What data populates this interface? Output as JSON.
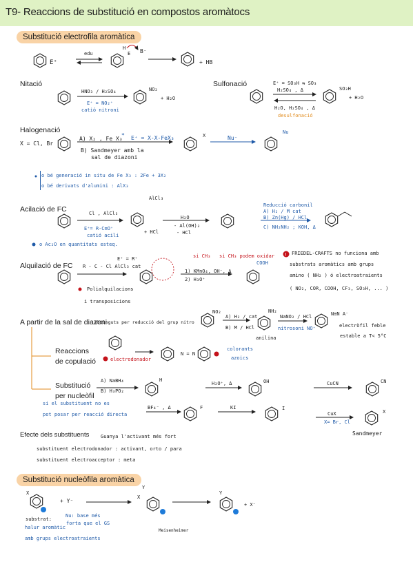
{
  "title": "T9- Reaccions de substitució en compostos aromàtocs",
  "colors": {
    "header_bg": "#dff2c4",
    "pill_bg": "#f9d3a6",
    "blue": "#1f5aa8",
    "red": "#c4121a",
    "orange": "#e08a1b",
    "blue_dot": "#1e7bd9"
  },
  "sections": {
    "electrophilic": "Substitució electrofila aromàtica",
    "nitration": "Nitació",
    "sulfonation": "Sulfonació",
    "halogenation": "Halogenació",
    "acylation": "Acilació de FC",
    "alkylation": "Alquilació de FC",
    "diazonium": "A partir de la sal de diazoni",
    "coupling": "Reaccions de copulació",
    "nucleophilic_sub": "Substitució per nucleòfil",
    "substituent_effect": "Efecte dels substituents",
    "nucleophilic_aromatic": "Substitució nucleòfila aromàtica"
  },
  "notes": {
    "top_e": "E⁺",
    "top_hb": "+ HB",
    "top_b": "B⁻",
    "top_edu": "edu",
    "top_h": "H",
    "top_e2": "E",
    "nit_reagent": "HNO₃ / H₂SO₄",
    "nit_cat": "E⁺ = NO₂⁺",
    "nit_cat2": "catió nitroni",
    "nit_prod": "NO₂",
    "nit_water": "+ H₂O",
    "sulf_r1": "E⁺ = SO₃H ⇆ SO₃",
    "sulf_r2": "H₂SO₄ , Δ",
    "sulf_r3": "H₂O, H₂SO₄ , Δ",
    "sulf_desulf": "desulfonació",
    "sulf_prod": "SO₃H",
    "sulf_water": "+ H₂O",
    "hal_x": "X = Cl, Br",
    "hal_r1": "A) X₂ , Fe X₃",
    "hal_star": "*",
    "hal_e": "E⁺ = X-X-FeX₃",
    "hal_r2": "B) Sandmeyer amb la",
    "hal_r3": "sal de diazoni",
    "hal_prod": "X",
    "hal_nu": "Nu⁻",
    "hal_nu2": "Nu",
    "hal_note1": "o bé generació in situ de Fe X₃ : 2Fe + 3X₂",
    "hal_note2": "o bé derivats d'alumini : AlX₃",
    "acy_r1": "Cl , AlCl₃",
    "acy_e": "E⁺= R-C≡O⁺",
    "acy_cat": "catió acili",
    "acy_alcl3": "AlCl₃",
    "acy_hcl": "+ HCl",
    "acy_water": "H₂O",
    "acy_al": "- Al(OH)₃",
    "acy_hcl2": "- HCl",
    "acy_red1": "Reducció carbonil",
    "acy_red2": "A) H₂ / M cat",
    "acy_red3": "B) Zn(Hg) / HCl",
    "acy_red4": "C) NH₂NH₂ ; KOH, Δ",
    "acy_note": "o Ac₂O en quantitats esteq.",
    "alk_reag": "R - C - Cl   AlCl₃ cat",
    "alk_e": "E⁺ = R⁺",
    "alk_poly": "Polialquilacions",
    "alk_trans": "i transposicions",
    "alk_ch3": "si CH₃ podem oxidar",
    "alk_ox1": "1) KMnO₄, OH⁻, Δ",
    "alk_ox2": "2) H₃O⁺",
    "alk_cooh": "COOH",
    "fc_warn1": "FRIEDEL-CRAFTS no funciona amb",
    "fc_warn2": "substrats aromàtics amb grups",
    "fc_warn3": "amino ( NH₂ ) ó electroatraients",
    "fc_warn4": "( NO₂, COR, COOH, CF₃, SO₃H, ... )",
    "dia_sub": "obtinguts per reducció del grup nitro",
    "dia_r1": "A) H₂ / cat",
    "dia_r2": "B) M / HCl",
    "dia_anil": "anilina",
    "dia_nitrosoni": "nitrosoni NO⁺",
    "dia_naNO2": "NaNO₂ / HCl",
    "dia_n": "N≡N  A⁻",
    "dia_elec": "electròfil feble",
    "dia_est": "estable a T< 5°C",
    "dia_no2": "NO₂",
    "dia_nh2": "NH₂",
    "cop_donor": "electrodonador",
    "cop_azo": "N = N",
    "cop_col1": "colorants",
    "cop_col2": "azoics",
    "nu_r1": "A) NaBH₄",
    "nu_r2": "B) H₃PO₂",
    "nu_h": "H",
    "nu_h2o": "H₂O⁺, Δ",
    "nu_oh": "OH",
    "nu_cucn": "CuCN",
    "nu_cn": "CN",
    "nu_bf4": "BF₄⁻ , Δ",
    "nu_f": "F",
    "nu_ki": "KI",
    "nu_i": "I",
    "nu_cux": "CuX",
    "nu_xcl": "X= Br, Cl",
    "nu_x": "X",
    "nu_sand": "Sandmeyer",
    "nu_note1": "si el substituent no es",
    "nu_note2": "pot posar per reacció directa",
    "eff_1": "Guanya l'activant més fort",
    "eff_2": "substituent electrodonador : activant, orto / para",
    "eff_3": "substituent electroacceptor : meta",
    "nuc_x": "X",
    "nuc_y": "+   Y⁻",
    "nuc_sub": "substrat:",
    "nuc_sub2": "halur aromàtic",
    "nuc_sub3": "amb grups electroatraients",
    "nuc_nu1": "Nu: base més",
    "nuc_nu2": "forta que el GS",
    "nuc_mei": "Meisenheimer",
    "nuc_y2": "Y",
    "nuc_x2": "X",
    "nuc_xm": "+ X⁻",
    "nuc_ym": "Y"
  }
}
